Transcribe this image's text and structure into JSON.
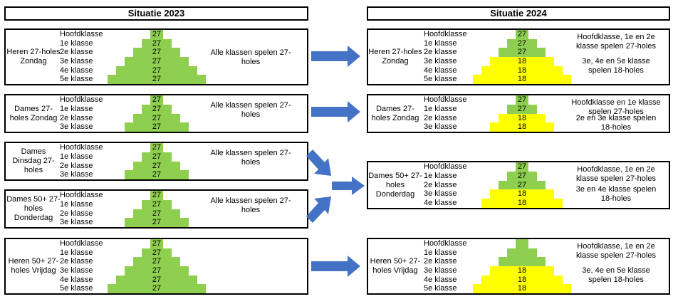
{
  "colors": {
    "green": "#8fcf4f",
    "yellow": "#ffff00",
    "arrow": "#4472c4",
    "border": "#000000"
  },
  "headers": {
    "left": "Situatie 2023",
    "right": "Situatie 2024"
  },
  "left_boxes": [
    {
      "group": "Heren 27-holes Zondag",
      "levels": [
        {
          "label": "Hoofdklasse",
          "value": "27"
        },
        {
          "label": "1e klasse",
          "value": "27"
        },
        {
          "label": "2e klasse",
          "value": "27"
        },
        {
          "label": "3e klasse",
          "value": "27"
        },
        {
          "label": "4e klasse",
          "value": "27"
        },
        {
          "label": "5e klasse",
          "value": "27"
        }
      ],
      "notes": [
        "Alle klassen spelen 27-holes"
      ]
    },
    {
      "group": "Dames 27-holes Zondag",
      "levels": [
        {
          "label": "Hoofdklasse",
          "value": "27"
        },
        {
          "label": "1e klasse",
          "value": "27"
        },
        {
          "label": "2e klasse",
          "value": "27"
        },
        {
          "label": "3e klasse",
          "value": "27"
        }
      ],
      "notes": [
        "Alle klassen spelen 27-holes"
      ]
    },
    {
      "group": "Dames Dinsdag 27-holes",
      "levels": [
        {
          "label": "Hoofdklasse",
          "value": "27"
        },
        {
          "label": "1e klasse",
          "value": "27"
        },
        {
          "label": "2e klasse",
          "value": "27"
        },
        {
          "label": "3e klasse",
          "value": "27"
        }
      ],
      "notes": [
        "Alle klassen spelen 27-holes"
      ]
    },
    {
      "group": "Dames 50+ 27-holes Donderdag",
      "levels": [
        {
          "label": "Hoofdklasse",
          "value": "27"
        },
        {
          "label": "1e klasse",
          "value": "27"
        },
        {
          "label": "2e klasse",
          "value": "27"
        },
        {
          "label": "3e klasse",
          "value": "27"
        }
      ],
      "notes": [
        "Alle klassen spelen 27-holes"
      ]
    },
    {
      "group": "Heren 50+ 27-holes Vrijdag",
      "levels": [
        {
          "label": "Hoofdklasse",
          "value": "27"
        },
        {
          "label": "1e klasse",
          "value": "27"
        },
        {
          "label": "2e klasse",
          "value": "27"
        },
        {
          "label": "3e klasse",
          "value": "27"
        },
        {
          "label": "4e klasse",
          "value": "27"
        },
        {
          "label": "5e klasse",
          "value": "27"
        }
      ],
      "notes": []
    }
  ],
  "right_boxes": [
    {
      "group": "Heren 27-holes Zondag",
      "levels": [
        {
          "label": "Hoofdklasse",
          "value": "27",
          "color": "green"
        },
        {
          "label": "1e klasse",
          "value": "27",
          "color": "green"
        },
        {
          "label": "2e klasse",
          "value": "27",
          "color": "green"
        },
        {
          "label": "3e klasse",
          "value": "18",
          "color": "yellow"
        },
        {
          "label": "4e klasse",
          "value": "18",
          "color": "yellow"
        },
        {
          "label": "5e klasse",
          "value": "18",
          "color": "yellow"
        }
      ],
      "notes": [
        "Hoofdklasse, 1e en 2e klasse spelen 27-holes",
        "3e, 4e en 5e klasse spelen 18-holes"
      ]
    },
    {
      "group": "Dames 27-holes Zondag",
      "levels": [
        {
          "label": "Hoofdklasse",
          "value": "27",
          "color": "green"
        },
        {
          "label": "1e klasse",
          "value": "27",
          "color": "green"
        },
        {
          "label": "2e klasse",
          "value": "18",
          "color": "yellow"
        },
        {
          "label": "3e klasse",
          "value": "18",
          "color": "yellow"
        }
      ],
      "notes": [
        "Hoofdklasse en 1e klasse spelen 27-holes",
        "2e en 3e klasse spelen 18-holes"
      ]
    },
    {
      "group": "Dames 50+ 27-holes Donderdag",
      "levels": [
        {
          "label": "Hoofdklasse",
          "value": "27",
          "color": "green"
        },
        {
          "label": "1e klasse",
          "value": "27",
          "color": "green"
        },
        {
          "label": "2e klasse",
          "value": "27",
          "color": "green"
        },
        {
          "label": "3e klasse",
          "value": "18",
          "color": "yellow"
        },
        {
          "label": "4e klasse",
          "value": "18",
          "color": "yellow"
        }
      ],
      "notes": [
        "Hoofdklasse, 1e en 2e klasse spelen 27-holes",
        "3e en 4e klasse spelen 18-holes"
      ]
    },
    {
      "group": "Heren 50+ 27-holes Vrijdag",
      "levels": [
        {
          "label": "Hoofdklasse",
          "value": "",
          "color": "green"
        },
        {
          "label": "1e klasse",
          "value": "",
          "color": "green"
        },
        {
          "label": "2e klasse",
          "value": "",
          "color": "green"
        },
        {
          "label": "3e klasse",
          "value": "18",
          "color": "yellow"
        },
        {
          "label": "4e klasse",
          "value": "18",
          "color": "yellow"
        },
        {
          "label": "5e klasse",
          "value": "18",
          "color": "yellow"
        }
      ],
      "notes": [
        "Hoofdklasse, 1e en 2e klasse spelen 27-holes",
        "3e, 4e en 5e klasse spelen 18-holes"
      ]
    }
  ]
}
